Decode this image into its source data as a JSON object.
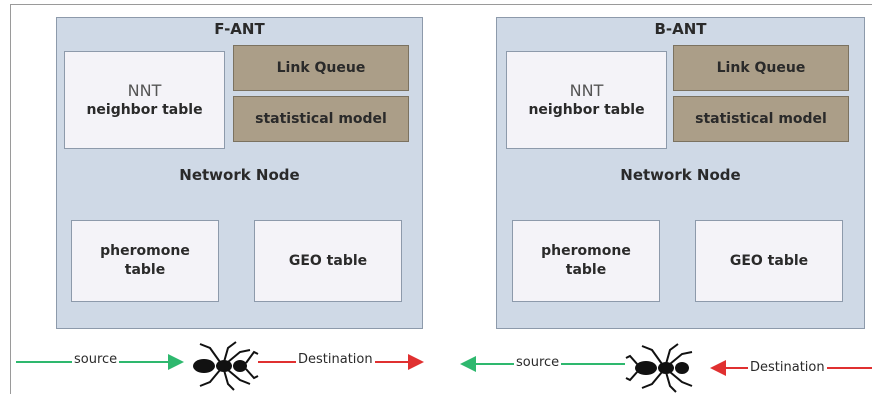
{
  "left_node": {
    "title": "F-ANT",
    "nnt": "NNT",
    "neighbor_table": "neighbor table",
    "link_queue": "Link Queue",
    "statistical_model": "statistical model",
    "network_node": "Network Node",
    "pheromone_line1": "pheromone",
    "pheromone_line2": "table",
    "geo_table": "GEO table"
  },
  "right_node": {
    "title": "B-ANT",
    "nnt": "NNT",
    "neighbor_table": "neighbor table",
    "link_queue": "Link Queue",
    "statistical_model": "statistical model",
    "network_node": "Network Node",
    "pheromone_line1": "pheromone",
    "pheromone_line2": "table",
    "geo_table": "GEO table"
  },
  "flows": {
    "left_source": "source",
    "left_destination": "Destination",
    "right_source": "source",
    "right_destination": "Destination"
  },
  "colors": {
    "panel": "#cfd9e6",
    "tan_box": "#ab9e88",
    "source_arrow": "#2eb86e",
    "destination_arrow": "#e03030",
    "ant": "#111111"
  },
  "icons": [
    "ant-icon",
    "ant-icon"
  ]
}
